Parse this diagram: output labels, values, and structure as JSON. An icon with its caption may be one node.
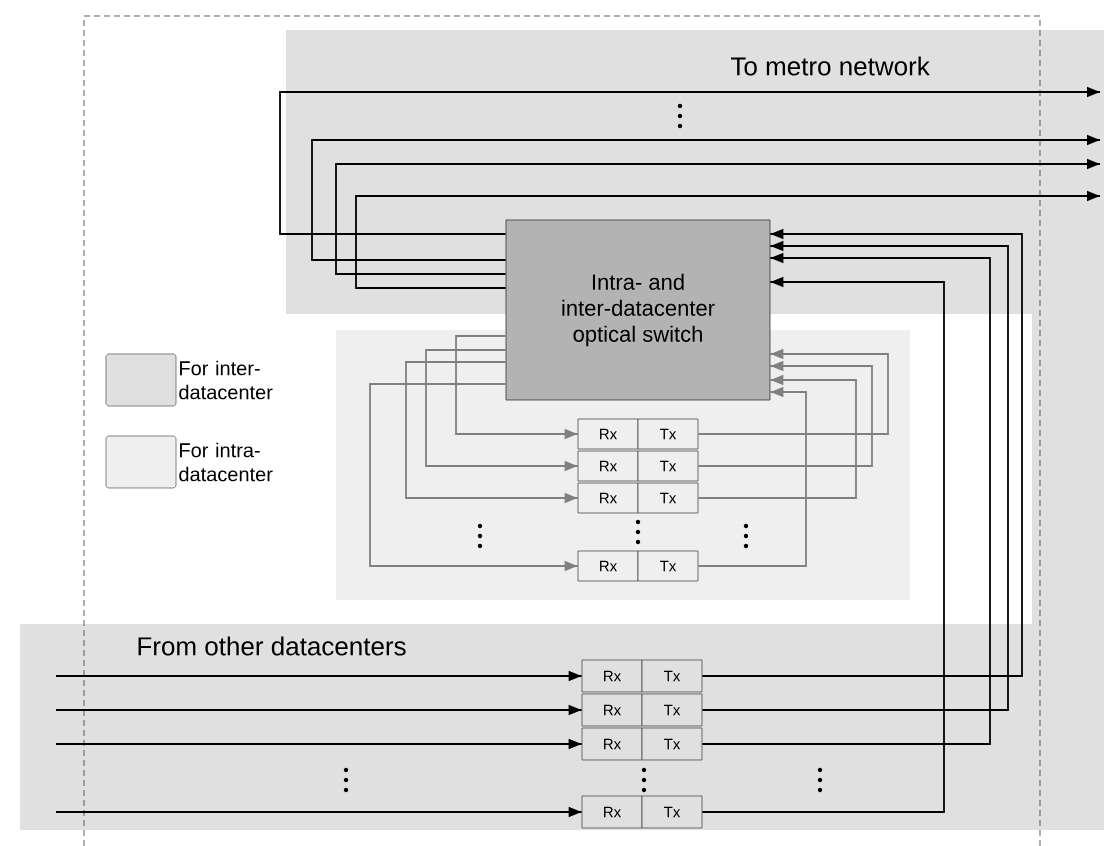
{
  "diagram": {
    "nodes": [
      {
        "text": [
          "Intra- and inter-datacenter optical switch"
        ]
      },
      {
        "text": [
          "Rx"
        ]
      },
      {
        "text": [
          "Tx"
        ]
      },
      {
        "text": [
          "Rx"
        ]
      },
      {
        "text": [
          "Tx"
        ]
      },
      {
        "text": [
          "Rx"
        ]
      },
      {
        "text": [
          "Tx"
        ]
      },
      {
        "text": [
          "Rx"
        ]
      },
      {
        "text": [
          "Tx"
        ]
      },
      {
        "text": [
          "Rx"
        ]
      },
      {
        "text": [
          "Tx"
        ]
      },
      {
        "text": [
          "Rx"
        ]
      },
      {
        "text": [
          "Tx"
        ]
      },
      {
        "text": [
          "Rx"
        ]
      },
      {
        "text": [
          "Tx"
        ]
      },
      {
        "text": [
          "Rx"
        ]
      },
      {
        "text": [
          "Tx"
        ]
      }
    ],
    "edges": [
      {
        "from": 0,
        "to": null,
        "arrow": "to"
      },
      {
        "from": 0,
        "to": null,
        "arrow": "to"
      },
      {
        "from": 0,
        "to": null,
        "arrow": "to"
      },
      {
        "from": 0,
        "to": null,
        "arrow": "to"
      },
      {
        "from": 0,
        "to": 1,
        "arrow": "to",
        "color": "#808080"
      },
      {
        "from": 0,
        "to": 3,
        "arrow": "to",
        "color": "#808080"
      },
      {
        "from": 0,
        "to": 5,
        "arrow": "to",
        "color": "#808080"
      },
      {
        "from": 0,
        "to": 7,
        "arrow": "to",
        "color": "#808080"
      },
      {
        "from": 2,
        "to": 0,
        "arrow": "to",
        "color": "#808080"
      },
      {
        "from": 4,
        "to": 0,
        "arrow": "to",
        "color": "#808080"
      },
      {
        "from": 6,
        "to": 0,
        "arrow": "to",
        "color": "#808080"
      },
      {
        "from": 8,
        "to": 0,
        "arrow": "to",
        "color": "#808080"
      },
      {
        "from": null,
        "to": 9,
        "arrow": "to"
      },
      {
        "from": null,
        "to": 11,
        "arrow": "to"
      },
      {
        "from": null,
        "to": 13,
        "arrow": "to"
      },
      {
        "from": null,
        "to": 15,
        "arrow": "to"
      },
      {
        "from": 10,
        "to": 0,
        "arrow": "to"
      },
      {
        "from": 12,
        "to": 0,
        "arrow": "to"
      },
      {
        "from": 14,
        "to": 0,
        "arrow": "to"
      },
      {
        "from": 16,
        "to": 0,
        "arrow": "to"
      }
    ],
    "labels": [
      "To metro network",
      "From other datacenters"
    ],
    "legend": [
      {
        "text": "For inter-datacenter",
        "color": "#e0e0e0"
      },
      {
        "text": "For intra-datacenter",
        "color": "#efefef"
      }
    ]
  }
}
